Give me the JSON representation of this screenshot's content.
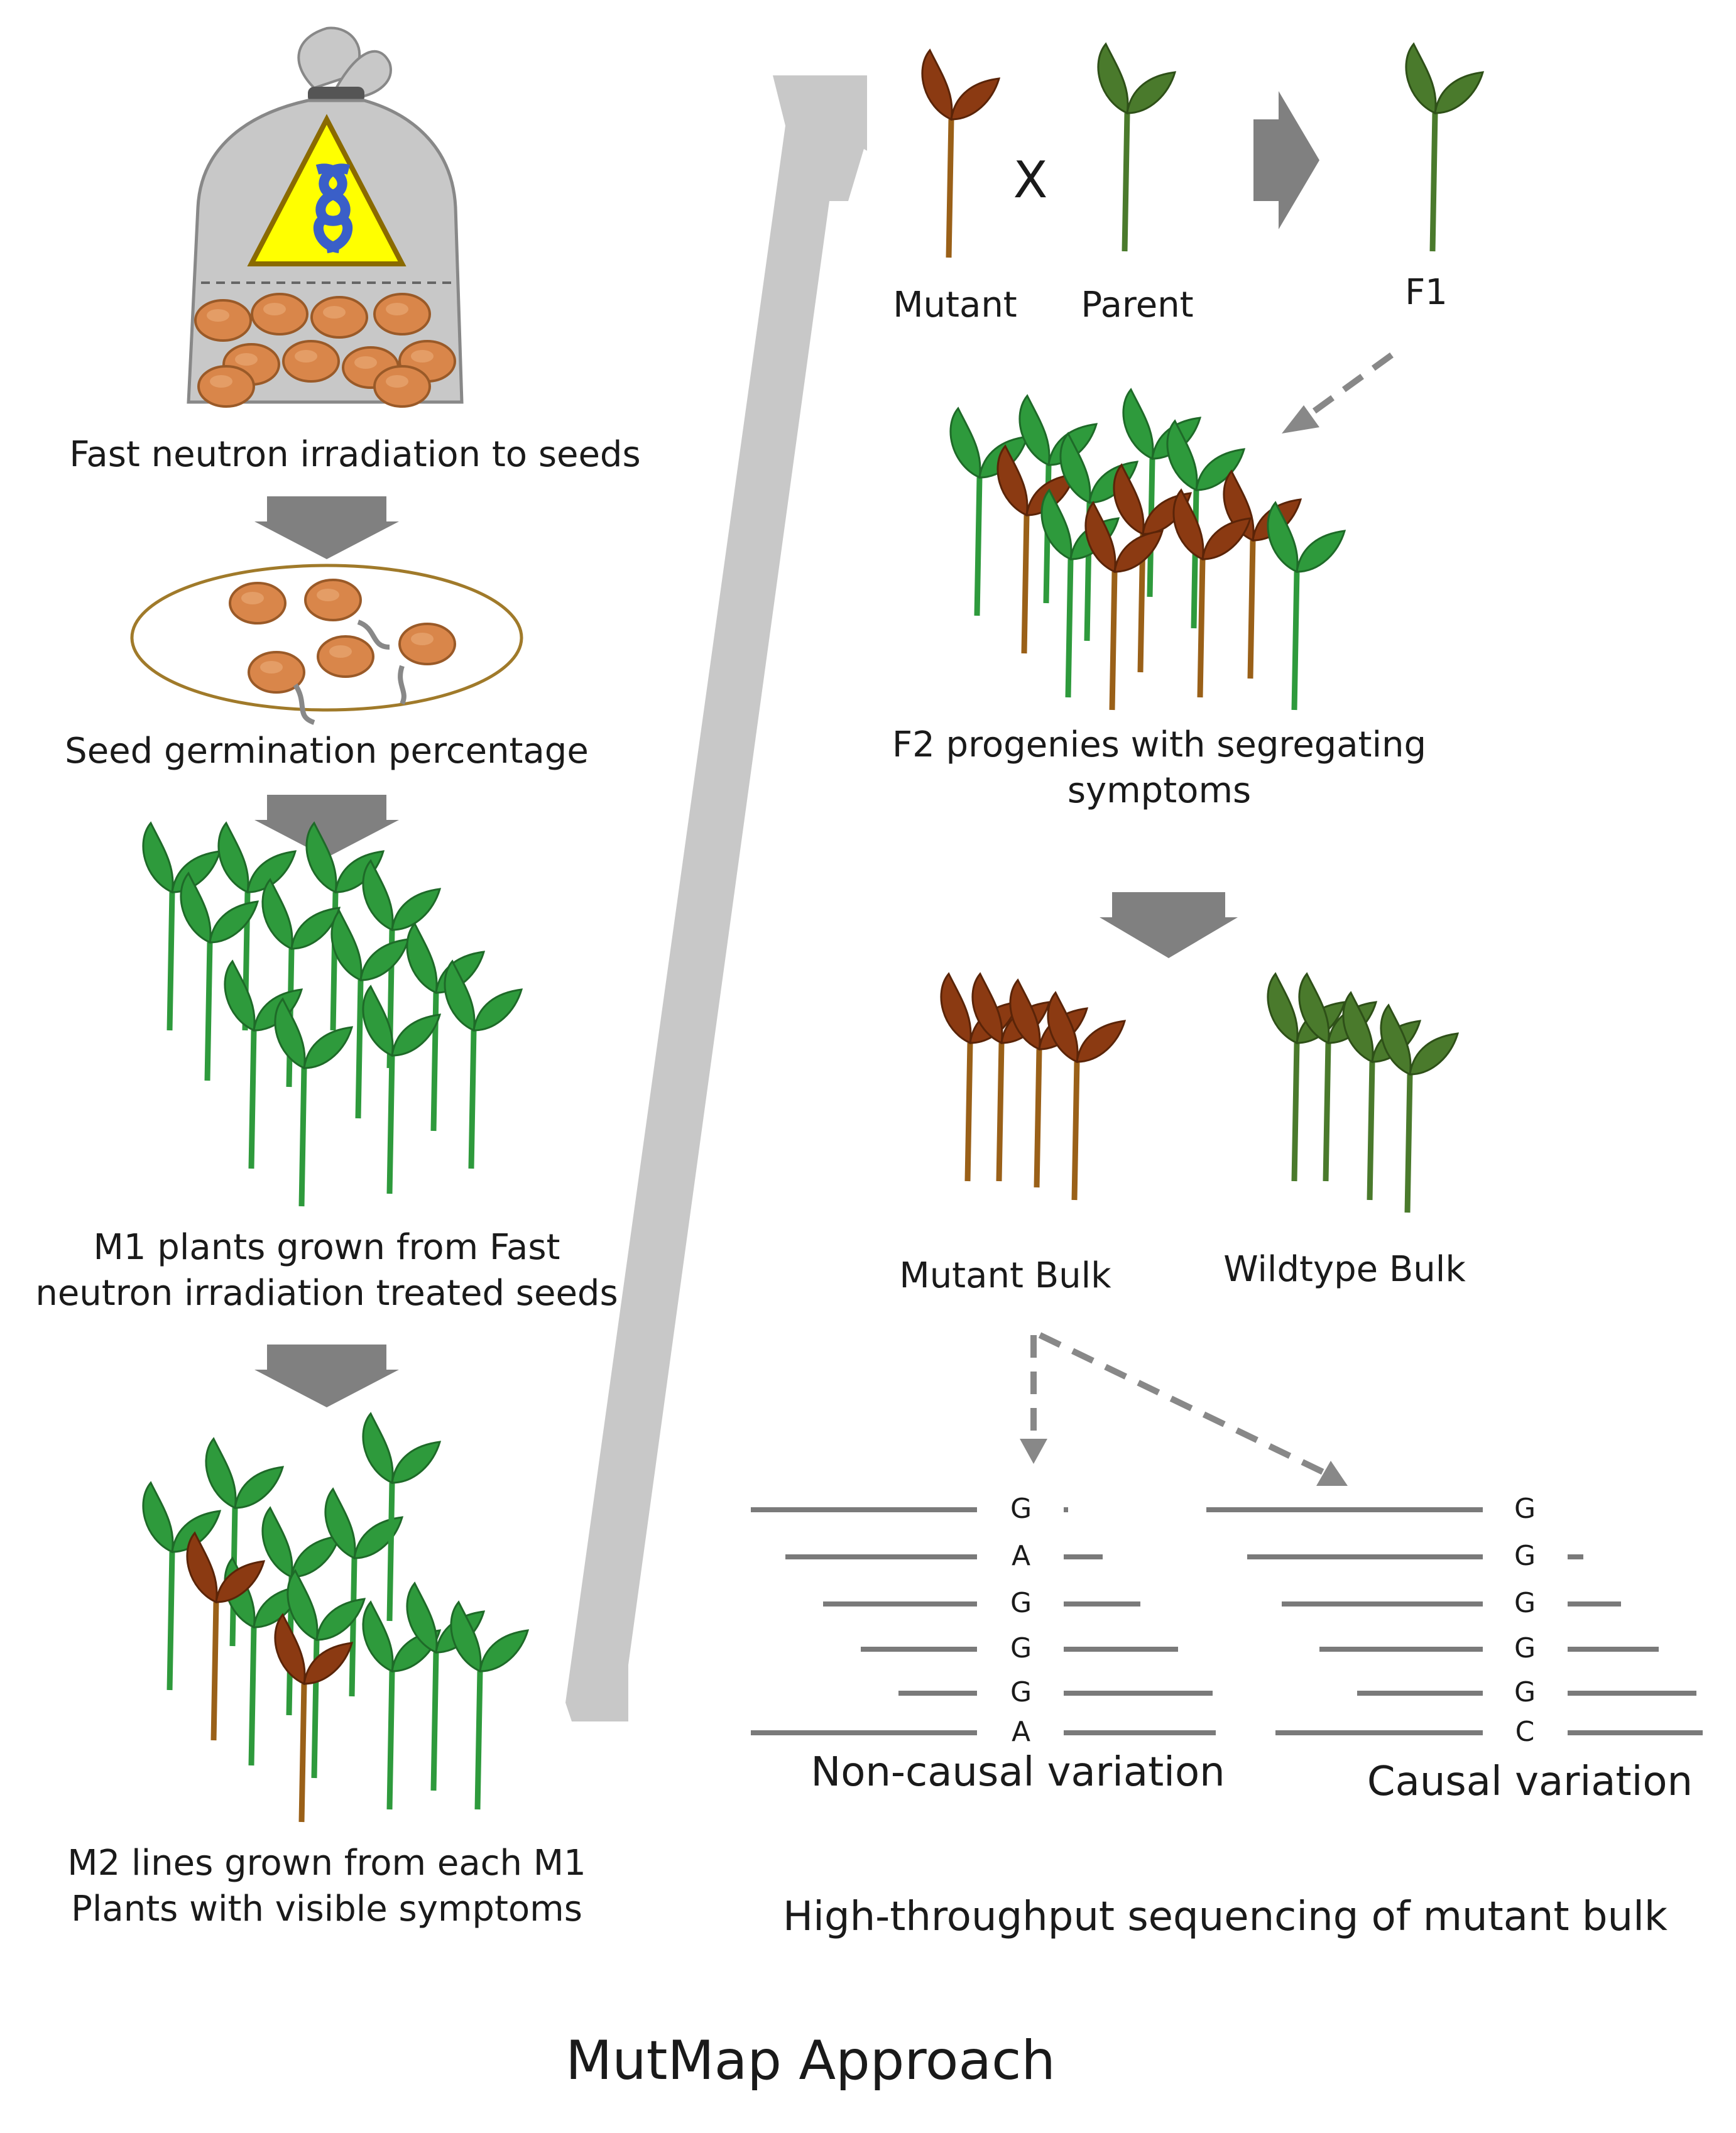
{
  "left_steps": [
    {
      "line1": "Fast neutron irradiation to seeds",
      "line2": ""
    },
    {
      "line1": "Seed germination percentage",
      "line2": ""
    },
    {
      "line1": "M1 plants grown from Fast",
      "line2": "neutron irradiation treated seeds"
    },
    {
      "line1": "M2 lines grown from each M1",
      "line2": "Plants with visible symptoms"
    }
  ],
  "cross": {
    "mutant": "Mutant",
    "parent": "Parent",
    "symbol": "X",
    "f1": "F1"
  },
  "f2": {
    "line1": "F2 progenies with segregating",
    "line2": "symptoms"
  },
  "bulks": {
    "mutant": "Mutant Bulk",
    "wildtype": "Wildtype Bulk"
  },
  "reads_noncausal": {
    "bases": [
      "G",
      "A",
      "G",
      "G",
      "G",
      "A"
    ],
    "caption": "Non-causal variation"
  },
  "reads_causal": {
    "bases": [
      "G",
      "G",
      "G",
      "G",
      "G",
      "C"
    ],
    "caption": "Causal variation"
  },
  "sequencing_caption": "High-throughput sequencing of mutant bulk",
  "title": "MutMap Approach",
  "colors": {
    "mutant": "#8b3a12",
    "wildtype": "#2e9a3c",
    "parent_green": "#4a7a2c",
    "arrow": "#808080",
    "bag": "#c8c8c8",
    "seed": "#d9864a",
    "warning": "#ffff00",
    "dna": "#3a5fc8"
  }
}
